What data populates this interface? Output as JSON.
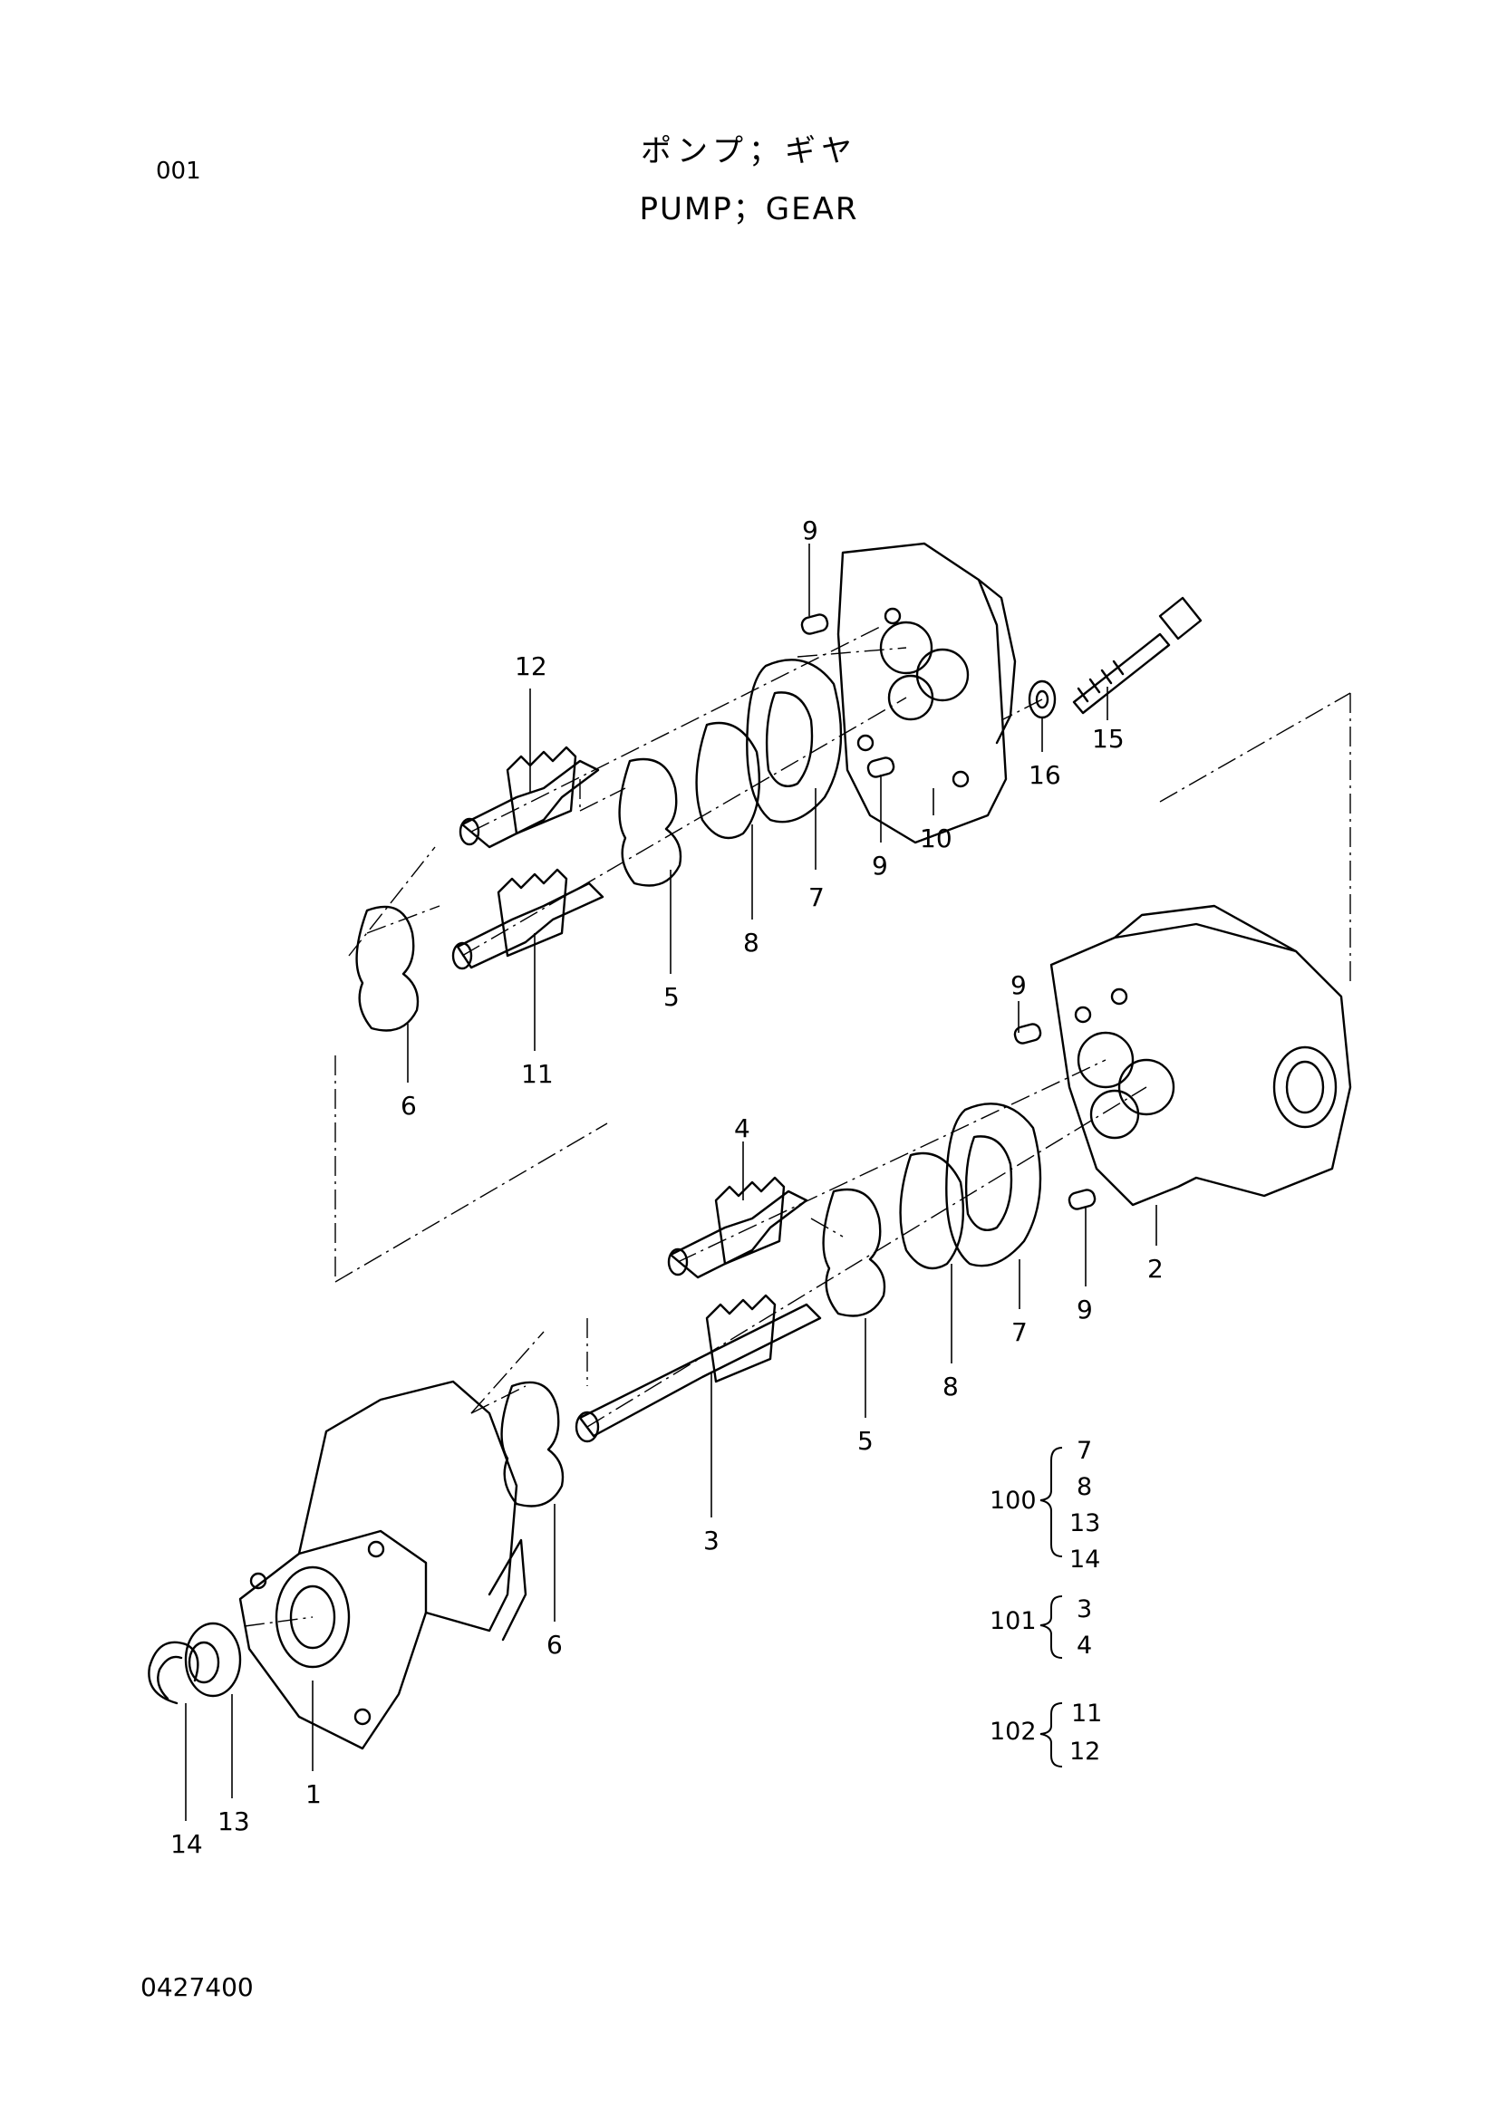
{
  "header": {
    "page_number": "001",
    "title_jp": "ポンプ；ギヤ",
    "title_en": "PUMP；GEAR"
  },
  "footer": {
    "doc_code": "0427400"
  },
  "callouts": {
    "c9a": "9",
    "c12": "12",
    "c15": "15",
    "c16": "16",
    "c10": "10",
    "c9b": "9",
    "c7a": "7",
    "c8a": "8",
    "c5a": "5",
    "c11": "11",
    "c6a": "6",
    "c9c": "9",
    "c4": "4",
    "c2": "2",
    "c9d": "9",
    "c7b": "7",
    "c8b": "8",
    "c5b": "5",
    "c3": "3",
    "c6b": "6",
    "c1": "1",
    "c13": "13",
    "c14": "14"
  },
  "groups": [
    {
      "id": "100",
      "items": [
        "7",
        "8",
        "13",
        "14"
      ]
    },
    {
      "id": "101",
      "items": [
        "3",
        "4"
      ]
    },
    {
      "id": "102",
      "items": [
        "11",
        "12"
      ]
    }
  ]
}
